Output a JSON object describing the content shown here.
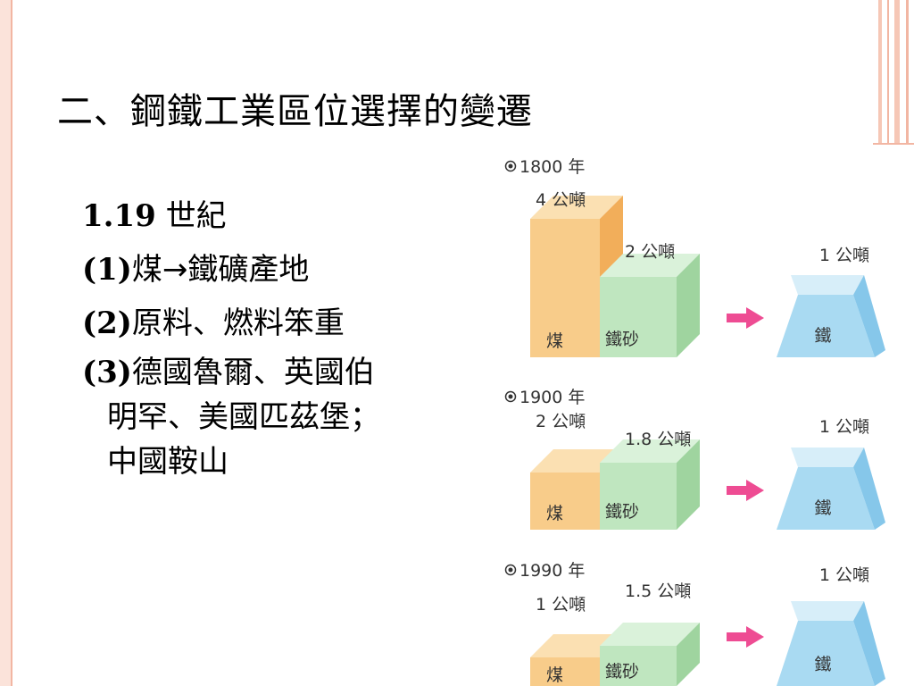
{
  "slide": {
    "title": "二、鋼鐵工業區位選擇的變遷",
    "bullets": [
      {
        "lead": "1.19",
        "text": " 世紀"
      },
      {
        "lead": "(1)",
        "text": "煤→鐵礦產地"
      },
      {
        "lead": "(2)",
        "text": "原料、燃料笨重"
      },
      {
        "lead": "(3)",
        "text": "德國魯爾、英國伯",
        "cont": [
          "明罕、美國匹茲堡；",
          "中國鞍山"
        ]
      }
    ]
  },
  "diagram": {
    "colors": {
      "coal_front": "#f8cc8a",
      "coal_side": "#f2ae5a",
      "coal_top": "#fbe0b2",
      "ore_front": "#bfe6bf",
      "ore_side": "#9fd49f",
      "ore_top": "#daf2da",
      "iron_front": "#a9daf2",
      "iron_side": "#86c7ea",
      "iron_top": "#d7eef9",
      "arrow": "#ee4c93"
    },
    "panels": [
      {
        "year": "1800 年",
        "coal_weight": "4 公噸",
        "ore_weight": "2 公噸",
        "iron_weight": "1 公噸",
        "coal_label": "煤",
        "ore_label": "鐵砂",
        "iron_label": "鐵"
      },
      {
        "year": "1900 年",
        "coal_weight": "2 公噸",
        "ore_weight": "1.8 公噸",
        "iron_weight": "1 公噸",
        "coal_label": "煤",
        "ore_label": "鐵砂",
        "iron_label": "鐵"
      },
      {
        "year": "1990 年",
        "coal_weight": "1 公噸",
        "ore_weight": "1.5 公噸",
        "iron_weight": "1 公噸",
        "coal_label": "煤",
        "ore_label": "鐵砂",
        "iron_label": "鐵"
      }
    ]
  }
}
